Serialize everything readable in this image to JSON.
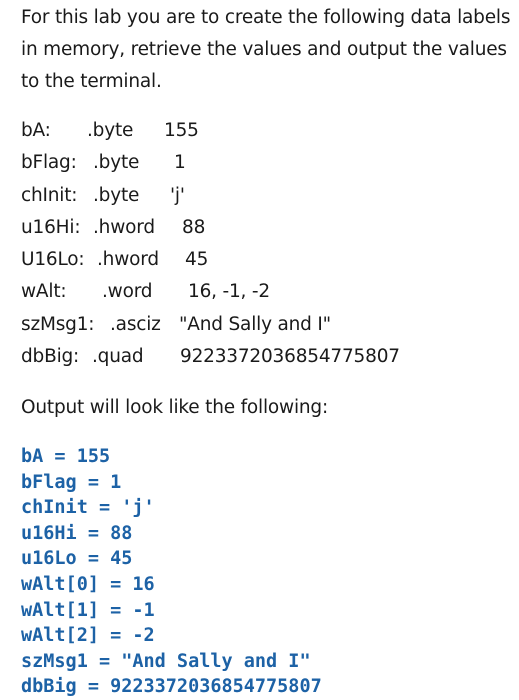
{
  "intro": "For this lab you are to create the following data labels in memory, retrieve the values and output the values to the terminal.",
  "data_labels": [
    {
      "label": "bA:",
      "directive": ".byte",
      "value": "155"
    },
    {
      "label": "bFlag:",
      "directive": ".byte",
      "value": "1"
    },
    {
      "label": "chInit:",
      "directive": ".byte",
      "value": "'j'"
    },
    {
      "label": "u16Hi:",
      "directive": ".hword",
      "value": "88"
    },
    {
      "label": "U16Lo:",
      "directive": ".hword",
      "value": "45"
    },
    {
      "label": "wAlt:",
      "directive": ".word",
      "value": "16, -1, -2"
    },
    {
      "label": "szMsg1:",
      "directive": ".asciz",
      "value": "\"And Sally and I\""
    },
    {
      "label": "dbBig:",
      "directive": ".quad",
      "value": "9223372036854775807"
    }
  ],
  "output_heading": "Output will look like the following:",
  "output_lines": [
    "bA = 155",
    "bFlag = 1",
    "chInit = 'j'",
    "u16Hi = 88",
    "u16Lo = 45",
    "wAlt[0] = 16",
    "wAlt[1] = -1",
    "wAlt[2] = -2",
    "szMsg1 = \"And Sally and I\"",
    "dbBig = 9223372036854775807"
  ],
  "colors": {
    "text": "#1a1a1a",
    "code": "#1d62a6",
    "background": "#ffffff"
  }
}
